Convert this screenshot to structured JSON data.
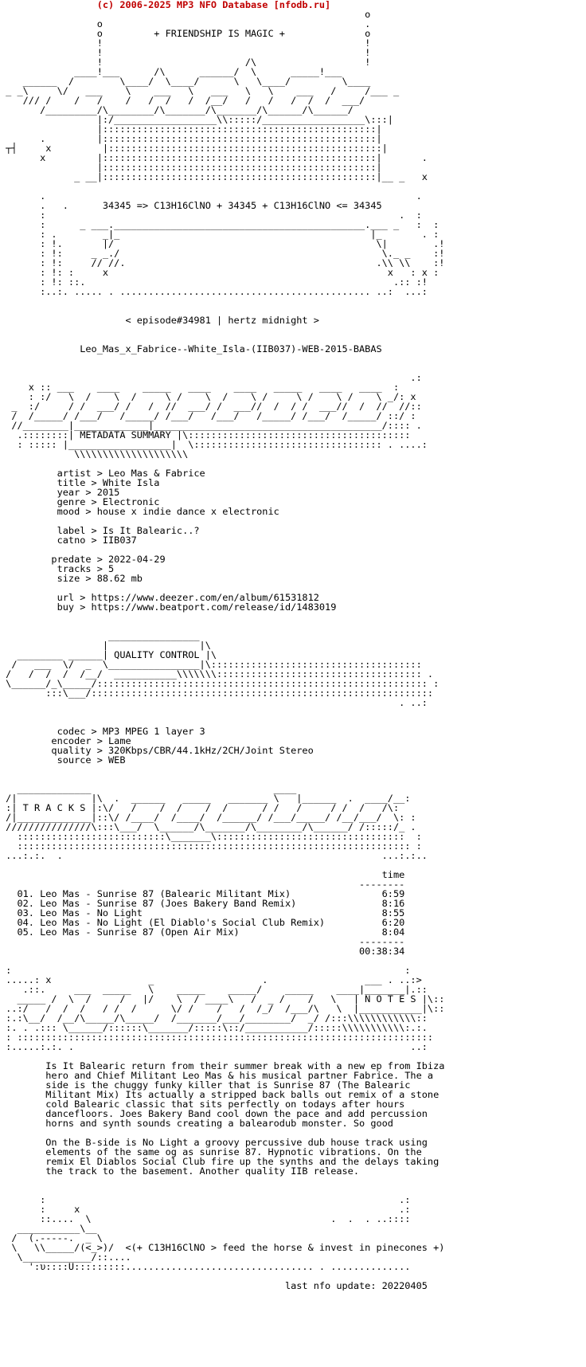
{
  "header": "                 (c) 2006-2025 MP3 NFO Database [nfodb.ru]",
  "art_top": [
    "                                                                o",
    "                 o                                              .",
    "                 o         + FRIENDSHIP IS MAGIC +              o",
    "                 !                                              !",
    "                 !                                              !",
    "                 !                         /\\                   !",
    "             ____!___      /\\      ______/  \\      _____!___",
    "    ______  /        \\____/  \\____/      \\   \\____/         \\____",
    " _ _\\     \\/   ___    \\    ___   \\   ___   \\   \\    ___   /     /___ _",
    "    /// /    /   /    /   /  /   /  /__/   /   /   /  /  /  ___/",
    "       /_________/\\________/\\_______/\\_______/\\______/\\______/",
    "                 |:/__________________\\\\:::::/__________________\\:::|",
    "                 |::::::::::::::::::::::::::::::::::::::::::::::::|",
    "       .         |::::::::::::::::::::::::::::::::::::::::::::::::|",
    " ┬┤     x         |::::::::::::::::::::::::::::::::::::::::::::::::|",
    "       x         |::::::::::::::::::::::::::::::::::::::::::::::::|       .",
    "                 |::::::::::::::::::::::::::::::::::::::::::::::::|",
    "             _ __|::::::::::::::::::::::::::::::::::::::::::::::::|__ _   x",
    "",
    "       .                                                                 .",
    "       .   .      34345 => C13H16ClNO + 34345 + C13H16ClNO <= 34345",
    "       :                                                              .  :",
    "       :      _ ___.____________________________________________.___ _   :  :",
    "       : .        _|_                                            |_       . :",
    "       : !.       |/                                              \\|        .!",
    "       : !:     _ _./                                              \\._ _    :!",
    "       : !:     // //.                                            .\\\\ \\\\    :!",
    "       : !: :     x                                                 x   : x :",
    "       : !: ::.                                                      .:: :!",
    "       :..:. ..... . ............................................ ..:  ...:"
  ],
  "episode": "                      < episode#34981 | hertz midnight >",
  "release": "              Leo_Mas_x_Fabrice--White_Isla-(IIB037)-WEB-2015-BABAS",
  "art_meta": [
    "                                                                        .:",
    "     x :: ___    ____    _____   ____    ____   _____   ____   ____  :",
    "     : :/   \\  /    \\  /     \\ /    \\  /    \\ /     \\ /    \\ /    \\ _/: x",
    "  _  :/     / /  ___/ /   /  //  ___/ /  ___//  /  / /  ___//  /  //  //::",
    "  /  /_____/ /___/   /_____/ /___/   /___/   /_____/ /___/  /_____/ ::/ :",
    "  //________|_____________|________________________________________/:::: .",
    "   .::::::::| METADATA SUMMARY |\\:::::::::::::::::::::::::::::::::::::::",
    "   : ::::: |__________________|  \\::::::::::::::::::::::::::::::::: . ....:",
    "             \\\\\\\\\\\\\\\\\\\\\\\\\\\\\\\\\\\\\\\\"
  ],
  "metadata": {
    "artist": "Leo Mas & Fabrice",
    "title": "White Isla",
    "year": "2015",
    "genre": "Electronic",
    "mood": "house x indie dance x electronic",
    "label": "Is It Balearic..?",
    "catno": "IIB037",
    "predate": "2022-04-29",
    "tracks": "5",
    "size": "88.62 mb",
    "url": "https://www.deezer.com/en/album/61531812",
    "buy": "https://www.beatport.com/release/id/1483019"
  },
  "art_quality": [
    "                   ________________",
    "                  |                |\\",
    "   ________ ______| QUALITY CONTROL |\\",
    "  /   ___  \\/  _  \\________________|\\:::::::::::::::::::::::::::::::::::::",
    " /   /  /  /  /__/  ___________\\\\\\\\\\\\\\:::::::::::::::::::::::::::::::::::: .",
    " \\______/_\\_____/:::::::::::::::::::::::::::::::::::::::::::::::::::::::::: :",
    "        :::\\___/::::::::::::::::::::::::::::::::::::::::::::::::::::::::::::",
    "                                                                      . ..:"
  ],
  "quality": {
    "codec": "MP3 MPEG 1 layer 3",
    "encoder": "Lame",
    "quality": "320Kbps/CBR/44.1kHz/2CH/Joint Stereo",
    "source": "WEB"
  },
  "art_tracks": [
    "   _____________                                ____",
    " /|             |\\  .  ______   _____   _______ \\   |______  .  ____/__:",
    " :| T R A C K S |:\\/   /    /  /    /  /      / /   /     / /  /   /\\:",
    " /|_____________|::\\/ /____/  /____/  /______/ /___/_____/ /__/___/  \\: :",
    " ///////////////\\:::\\___/  \\______/\\_______/\\________/\\______/ /:::::/_ .",
    "   ::::::::::::::::::::::::::\\_______\\:::::::::::::::::::::::::::::::::  :",
    "   ::::::::::::::::::::::::::::::::::::::::::::::::::::::::::::::::::::: :",
    " ...:.:.  .                                                        ...:.:.."
  ],
  "tracklist": {
    "time_header": "time",
    "time_rule": "--------",
    "items": [
      {
        "num": "01.",
        "title": "Leo Mas - Sunrise 87 (Balearic Militant Mix)",
        "time": "6:59"
      },
      {
        "num": "02.",
        "title": "Leo Mas - Sunrise 87 (Joes Bakery Band Remix)",
        "time": "8:16"
      },
      {
        "num": "03.",
        "title": "Leo Mas - No Light",
        "time": "8:55"
      },
      {
        "num": "04.",
        "title": "Leo Mas - No Light (El Diablo's Social Club Remix)",
        "time": "6:20"
      },
      {
        "num": "05.",
        "title": "Leo Mas - Sunrise 87 (Open Air Mix)",
        "time": "8:04"
      }
    ],
    "total_rule": "--------",
    "total": "00:38:34"
  },
  "art_notes": [
    " :                                                                     :",
    " .....: x                 _                   .                 ___ . ..:>",
    "    .::.     ___  _____   \\    _____    _____/    _____    ____|_______|.::",
    "   _____ /  \\  /     /   |/    \\  / ____\\   /  _ /    /   \\   | N O T E S |\\::",
    " ..:/   /  /  /   / /  /      \\/ /    /   /  /_/  /___/\\   \\  |___________|\\::",
    " :.:\\__/  /__/\\_____/\\_____/  /_______/___/________/  _/ /:::\\\\\\\\\\\\\\\\\\\\\\\\::",
    " :. . .::: \\______/::::::\\_______/:::::\\::/___________/:::::\\\\\\\\\\\\\\\\\\\\\\:.:.",
    " : :::::::::::::::::::::::::::::::::::::::::::::::::::::::::::::::::::::::::",
    " :.....:.:. .                                                           ..:"
  ],
  "notes": [
    "        Is It Balearic return from their summer break with a new ep from Ibiza",
    "        hero and Chief Militant Leo Mas & his musical partner Fabrice. The a",
    "        side is the chuggy funky killer that is Sunrise 87 (The Balearic",
    "        Militant Mix) Its actually a stripped back balls out remix of a stone",
    "        cold Balearic classic that sits perfectly on todays after hours",
    "        dancefloors. Joes Bakery Band cool down the pace and add percussion",
    "        horns and synth sounds creating a balearodub monster. So good",
    "",
    "        On the B-side is No Light a groovy percussive dub house track using",
    "        elements of the same og as sunrise 87. Hypnotic vibrations. On the",
    "        remix El Diablos Social Club fire up the synths and the delays taking",
    "        the track to the basement. Another quality IIB release."
  ],
  "art_footer": [
    "       :                                                              .:",
    "       :     x                                                        .:",
    "       ::....  \\                                          .  .  . ..::::",
    "   ___________\\__",
    "  /  (.-----.  _ \\",
    "  \\   \\\\_____/(<_>)/  <(+ C13H16ClNO > feed the horse & invest in pinecones +)",
    "   \\____________/::....",
    "     ':υ::::U:::::::::................................. . .............."
  ],
  "last_update": "                                                  last nfo update: 20220405"
}
